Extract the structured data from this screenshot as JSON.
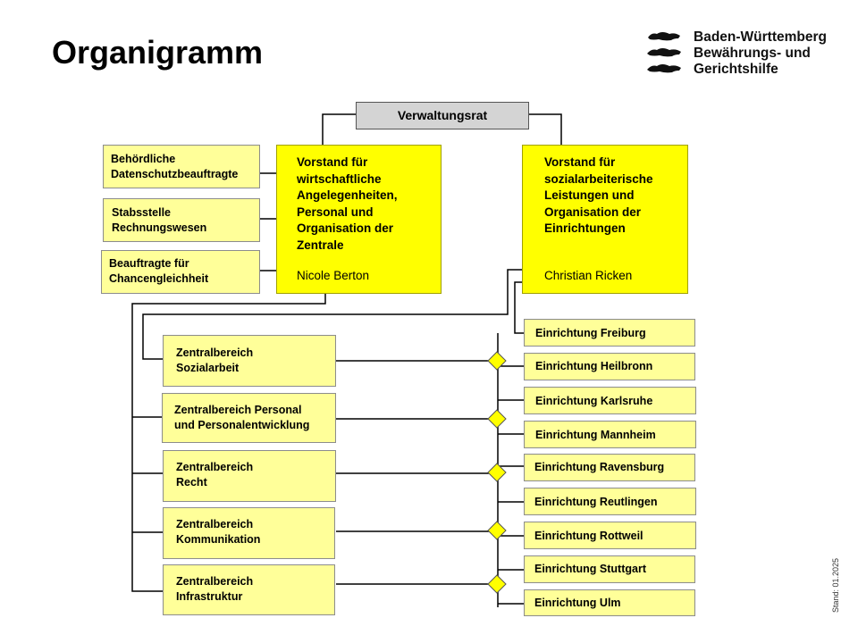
{
  "title": "Organigramm",
  "logo": {
    "lines": [
      "Baden-Württemberg",
      "Bewährungs- und",
      "Gerichtshilfe"
    ],
    "icon": "lions-coat-of-arms-icon"
  },
  "top": "Verwaltungsrat",
  "vorstand_left": {
    "lines": [
      "Vorstand für",
      "wirtschaftliche",
      "Angelegenheiten,",
      "Personal und",
      "Organisation der",
      "Zentrale"
    ],
    "person": "Nicole Berton"
  },
  "vorstand_right": {
    "lines": [
      "Vorstand für",
      "sozialarbeiterische",
      "Leistungen und",
      "Organisation der",
      "Einrichtungen"
    ],
    "person": "Christian Ricken"
  },
  "staff": [
    {
      "lines": [
        "Behördliche",
        "Datenschutzbeauftragte"
      ]
    },
    {
      "lines": [
        "Stabsstelle",
        "Rechnungswesen"
      ]
    },
    {
      "lines": [
        "Beauftragte für",
        "Chancengleichheit"
      ]
    }
  ],
  "zentral": [
    {
      "lines": [
        "Zentralbereich",
        "Sozialarbeit"
      ]
    },
    {
      "lines": [
        "Zentralbereich Personal",
        "und Personalentwicklung"
      ]
    },
    {
      "lines": [
        "Zentralbereich",
        "Recht"
      ]
    },
    {
      "lines": [
        "Zentralbereich",
        "Kommunikation"
      ]
    },
    {
      "lines": [
        "Zentralbereich",
        "Infrastruktur"
      ]
    }
  ],
  "einrichtungen": [
    "Einrichtung Freiburg",
    "Einrichtung Heilbronn",
    "Einrichtung Karlsruhe",
    "Einrichtung Mannheim",
    "Einrichtung Ravensburg",
    "Einrichtung Reutlingen",
    "Einrichtung Rottweil",
    "Einrichtung Stuttgart",
    "Einrichtung Ulm"
  ],
  "stand": "Stand: 01.2025",
  "colors": {
    "vorstand": "#ffff00",
    "unit": "#ffff99",
    "top": "#d4d4d4",
    "connector": "#000000"
  }
}
